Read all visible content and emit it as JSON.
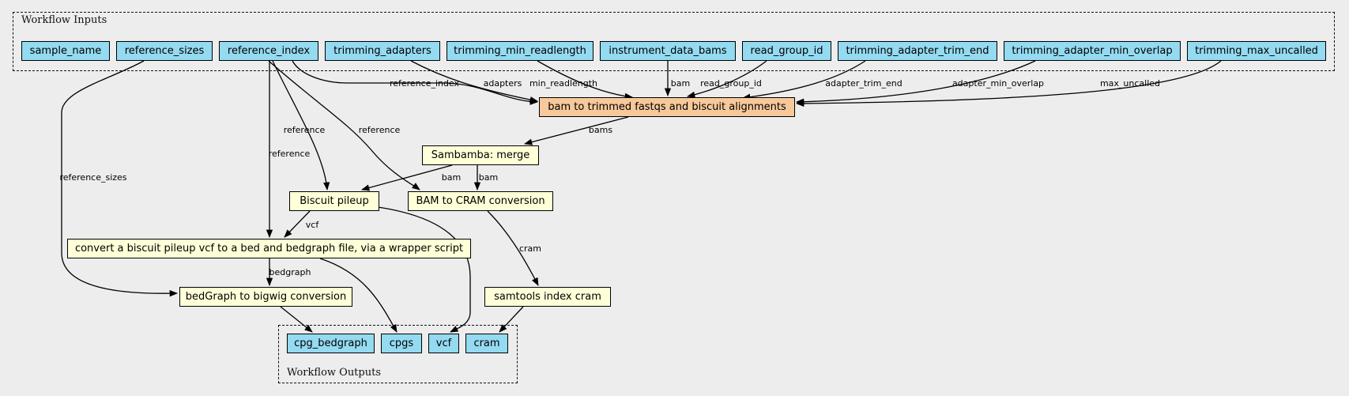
{
  "clusters": {
    "inputs_label": "Workflow Inputs",
    "outputs_label": "Workflow Outputs"
  },
  "inputs": [
    {
      "id": "sample_name",
      "label": "sample_name"
    },
    {
      "id": "reference_sizes",
      "label": "reference_sizes"
    },
    {
      "id": "reference_index",
      "label": "reference_index"
    },
    {
      "id": "trimming_adapters",
      "label": "trimming_adapters"
    },
    {
      "id": "trimming_min_readlength",
      "label": "trimming_min_readlength"
    },
    {
      "id": "instrument_data_bams",
      "label": "instrument_data_bams"
    },
    {
      "id": "read_group_id",
      "label": "read_group_id"
    },
    {
      "id": "trimming_adapter_trim_end",
      "label": "trimming_adapter_trim_end"
    },
    {
      "id": "trimming_adapter_min_overlap",
      "label": "trimming_adapter_min_overlap"
    },
    {
      "id": "trimming_max_uncalled",
      "label": "trimming_max_uncalled"
    }
  ],
  "steps": [
    {
      "id": "bam_to_trimmed",
      "label": "bam to trimmed fastqs and biscuit alignments",
      "kind": "subworkflow"
    },
    {
      "id": "merge",
      "label": "Sambamba: merge",
      "kind": "tool"
    },
    {
      "id": "pileup",
      "label": "Biscuit pileup",
      "kind": "tool"
    },
    {
      "id": "bam_to_cram",
      "label": "BAM to CRAM conversion",
      "kind": "tool"
    },
    {
      "id": "vcf2bed",
      "label": "convert a biscuit pileup vcf to a bed and bedgraph file, via a wrapper script",
      "kind": "tool"
    },
    {
      "id": "bedgraph_to_bigwig",
      "label": "bedGraph to bigwig conversion",
      "kind": "tool"
    },
    {
      "id": "index_cram",
      "label": "samtools index cram",
      "kind": "tool"
    }
  ],
  "outputs": [
    {
      "id": "cpg_bedgraph",
      "label": "cpg_bedgraph"
    },
    {
      "id": "cpgs",
      "label": "cpgs"
    },
    {
      "id": "vcf",
      "label": "vcf"
    },
    {
      "id": "cram",
      "label": "cram"
    }
  ],
  "edges": [
    {
      "from": "reference_index",
      "to": "bam_to_trimmed",
      "label": "reference_index"
    },
    {
      "from": "trimming_adapters",
      "to": "bam_to_trimmed",
      "label": "adapters"
    },
    {
      "from": "trimming_min_readlength",
      "to": "bam_to_trimmed",
      "label": "min_readlength"
    },
    {
      "from": "instrument_data_bams",
      "to": "bam_to_trimmed",
      "label": "bam"
    },
    {
      "from": "read_group_id",
      "to": "bam_to_trimmed",
      "label": "read_group_id"
    },
    {
      "from": "trimming_adapter_trim_end",
      "to": "bam_to_trimmed",
      "label": "adapter_trim_end"
    },
    {
      "from": "trimming_adapter_min_overlap",
      "to": "bam_to_trimmed",
      "label": "adapter_min_overlap"
    },
    {
      "from": "trimming_max_uncalled",
      "to": "bam_to_trimmed",
      "label": "max_uncalled"
    },
    {
      "from": "bam_to_trimmed",
      "to": "merge",
      "label": "bams"
    },
    {
      "from": "merge",
      "to": "pileup",
      "label": "bam"
    },
    {
      "from": "merge",
      "to": "bam_to_cram",
      "label": "bam"
    },
    {
      "from": "reference_index",
      "to": "pileup",
      "label": "reference"
    },
    {
      "from": "reference_index",
      "to": "bam_to_cram",
      "label": "reference"
    },
    {
      "from": "reference_index",
      "to": "vcf2bed",
      "label": "reference"
    },
    {
      "from": "reference_sizes",
      "to": "bedgraph_to_bigwig",
      "label": "reference_sizes"
    },
    {
      "from": "pileup",
      "to": "vcf2bed",
      "label": "vcf"
    },
    {
      "from": "vcf2bed",
      "to": "bedgraph_to_bigwig",
      "label": "bedgraph"
    },
    {
      "from": "bam_to_cram",
      "to": "index_cram",
      "label": "cram"
    },
    {
      "from": "bedgraph_to_bigwig",
      "to": "cpg_bedgraph",
      "label": ""
    },
    {
      "from": "vcf2bed",
      "to": "cpgs",
      "label": ""
    },
    {
      "from": "pileup",
      "to": "vcf",
      "label": ""
    },
    {
      "from": "index_cram",
      "to": "cram",
      "label": ""
    }
  ]
}
